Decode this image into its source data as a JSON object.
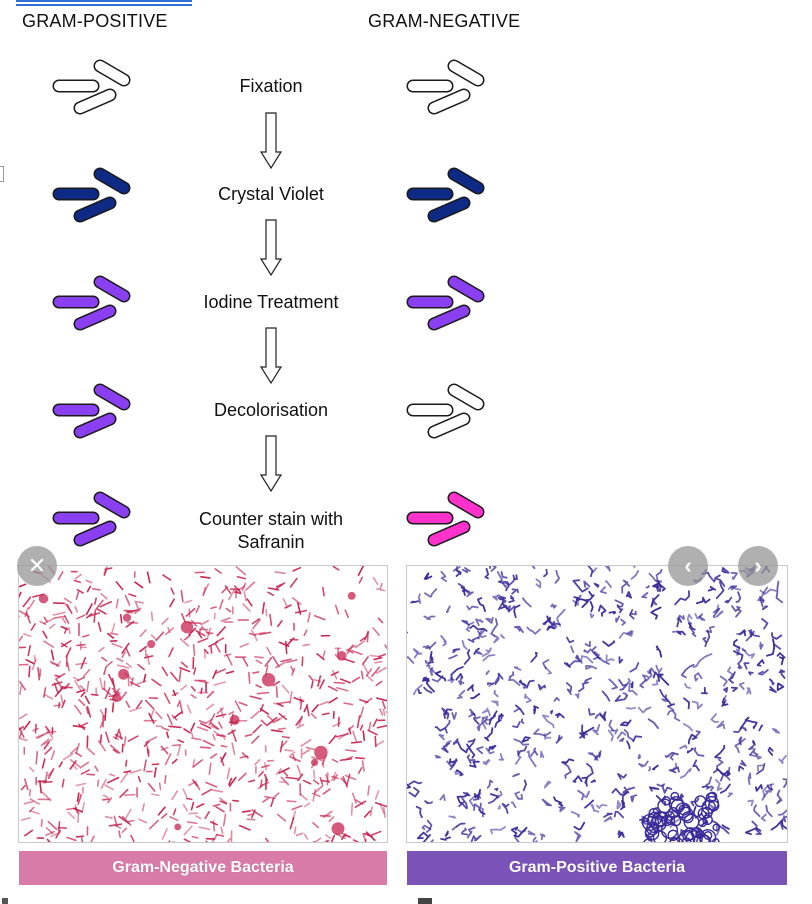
{
  "headers": {
    "gram_positive": "GRAM-POSITIVE",
    "gram_negative": "GRAM-NEGATIVE"
  },
  "steps": [
    {
      "label": "Fixation",
      "positive_color": "#ffffff",
      "negative_color": "#ffffff"
    },
    {
      "label": "Crystal Violet",
      "positive_color": "#0e2a85",
      "negative_color": "#0e2a85"
    },
    {
      "label": "Iodine Treatment",
      "positive_color": "#8a3ff0",
      "negative_color": "#8a3ff0"
    },
    {
      "label": "Decolorisation",
      "positive_color": "#8a3ff0",
      "negative_color": "#ffffff"
    },
    {
      "label": "Counter stain with\nSafranin",
      "positive_color": "#8a3ff0",
      "negative_color": "#ff33cc"
    }
  ],
  "micrographs": {
    "negative": {
      "caption": "Gram-Negative Bacteria",
      "stain_color": "#c8234f",
      "bar_color": "#d97ba8"
    },
    "positive": {
      "caption": "Gram-Positive Bacteria",
      "stain_color": "#3a2c9a",
      "bar_color": "#7a52b8"
    }
  },
  "overlay_icons": {
    "close": "close-icon",
    "prev": "chevron-left-icon",
    "next": "chevron-right-icon"
  }
}
